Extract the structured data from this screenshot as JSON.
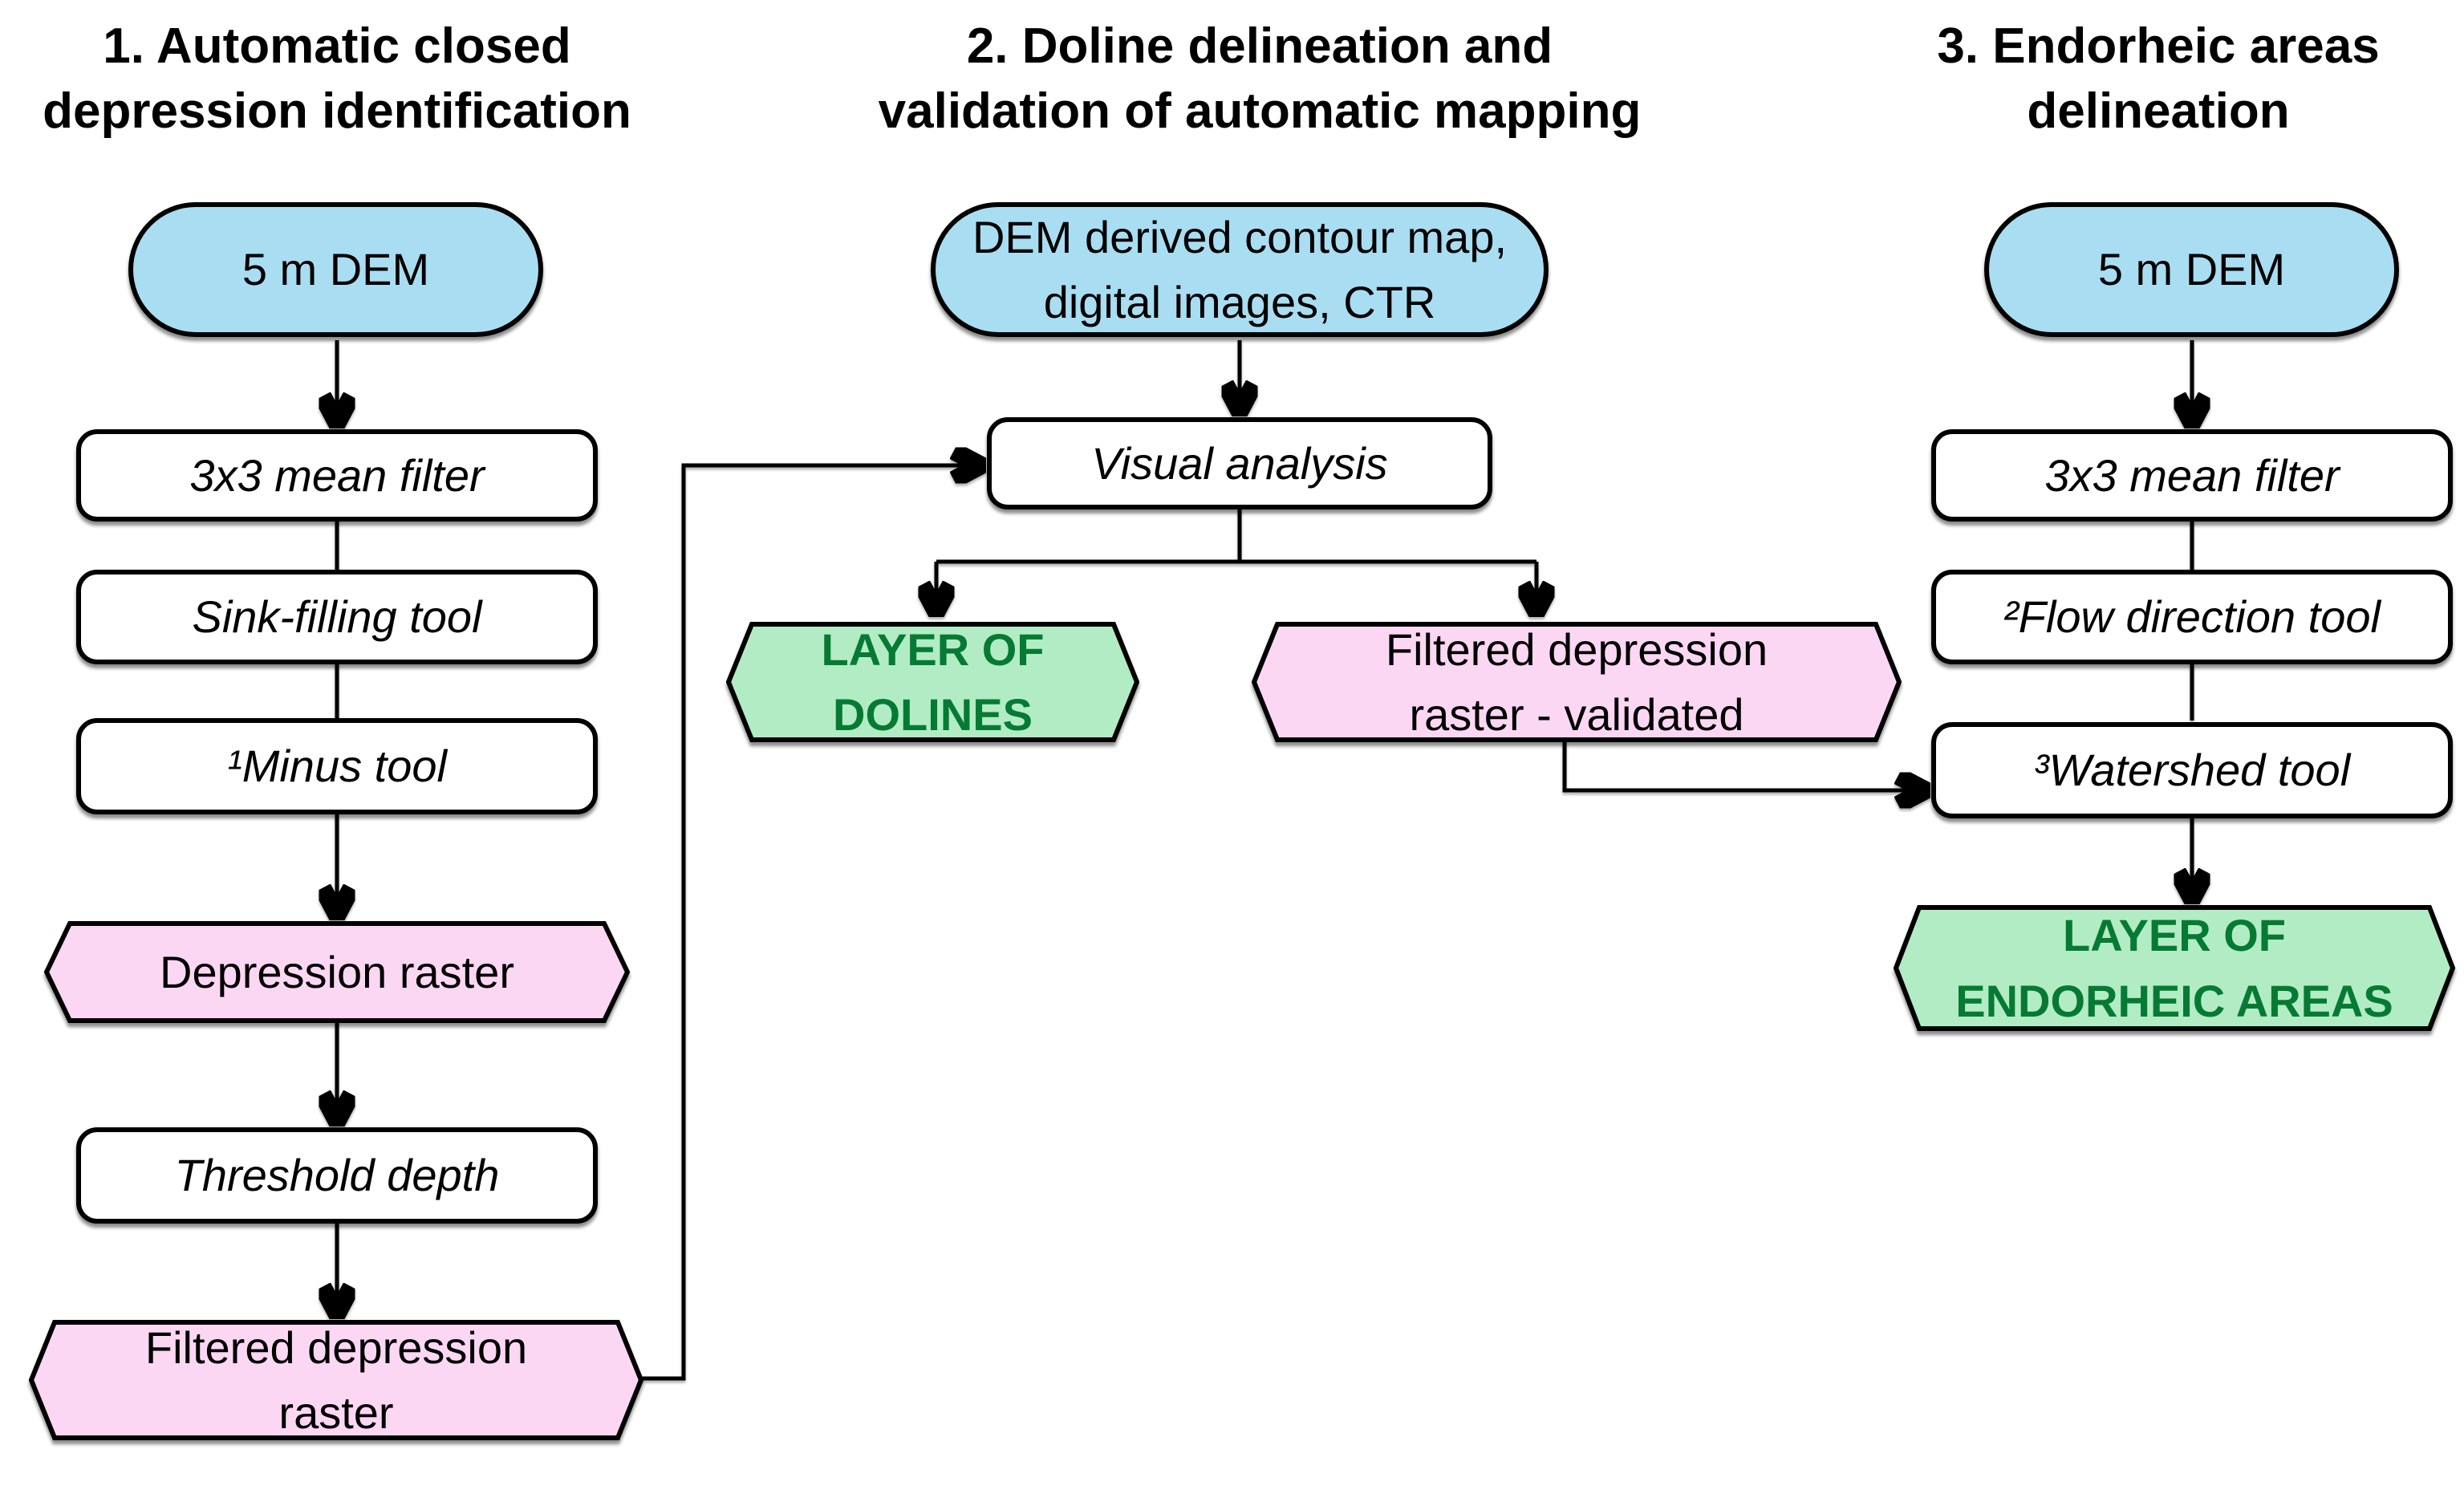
{
  "colors": {
    "input_fill": "#a9ddf1",
    "raster_fill": "#fbd7f3",
    "layer_fill": "#b2ecc4",
    "layer_text": "#067a33",
    "line": "#000000"
  },
  "columns": [
    {
      "title": "1. Automatic closed\ndepression identification"
    },
    {
      "title": "2. Doline delineation and\nvalidation of automatic mapping"
    },
    {
      "title": "3. Endorheic areas\ndelineation"
    }
  ],
  "nodes": {
    "dem1": {
      "label": "5 m DEM",
      "type": "input"
    },
    "mean_filter1": {
      "label": "3x3 mean filter",
      "type": "process"
    },
    "sink_filling": {
      "label": "Sink-filling tool",
      "type": "process"
    },
    "minus_tool": {
      "label": "¹Minus tool",
      "type": "process"
    },
    "depression_raster": {
      "label": "Depression raster",
      "type": "data-raster"
    },
    "threshold_depth": {
      "label": "Threshold depth",
      "type": "process"
    },
    "filtered_raster": {
      "label": "Filtered depression\nraster",
      "type": "data-raster"
    },
    "contour_map": {
      "label": "DEM derived contour map,\ndigital images, CTR",
      "type": "input"
    },
    "visual_analysis": {
      "label": "Visual analysis",
      "type": "process"
    },
    "layer_dolines": {
      "label": "LAYER OF\nDOLINES",
      "type": "output-layer"
    },
    "filtered_validated": {
      "label": "Filtered depression\nraster - validated",
      "type": "data-raster"
    },
    "dem3": {
      "label": "5 m DEM",
      "type": "input"
    },
    "mean_filter3": {
      "label": "3x3 mean filter",
      "type": "process"
    },
    "flow_direction": {
      "label": "²Flow direction tool",
      "type": "process"
    },
    "watershed": {
      "label": "³Watershed tool",
      "type": "process"
    },
    "layer_endorheic": {
      "label": "LAYER OF\nENDORHEIC AREAS",
      "type": "output-layer"
    }
  }
}
